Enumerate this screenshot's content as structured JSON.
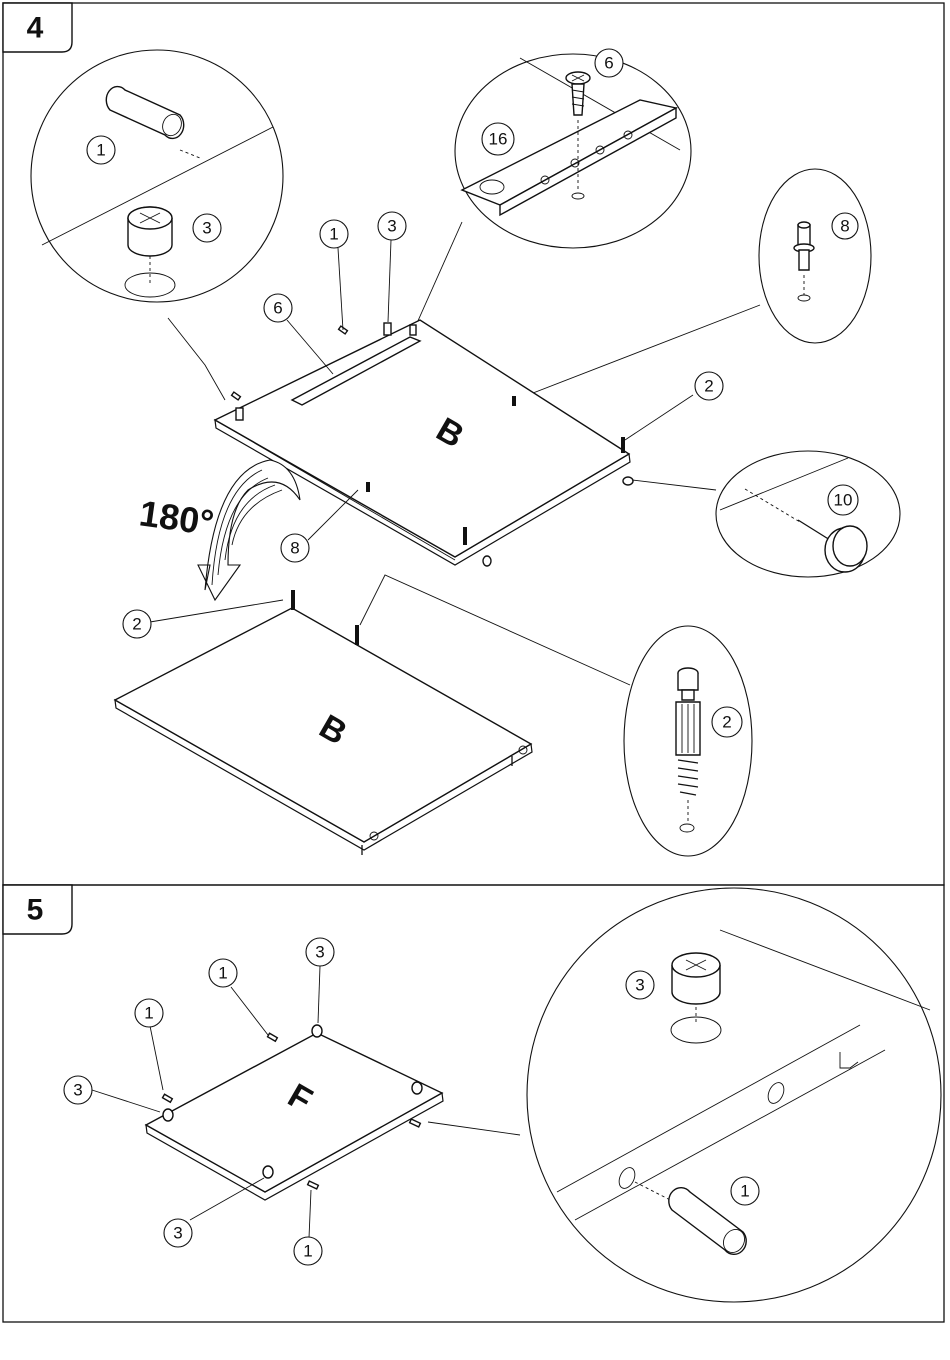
{
  "step4": {
    "number": "4",
    "rotation_label": "180°",
    "panel_top_letter": "B",
    "panel_bottom_letter": "B",
    "callouts": {
      "c1": "1",
      "c3": "3",
      "c6": "6",
      "c16": "16",
      "c8": "8",
      "label1": "1",
      "label3": "3",
      "label6": "6",
      "label2a": "2",
      "label8": "8",
      "c10": "10",
      "label2b": "2",
      "c2": "2"
    }
  },
  "step5": {
    "number": "5",
    "panel_letter": "F",
    "callouts": {
      "label3a": "3",
      "label1a": "1",
      "label1b": "1",
      "label3b": "3",
      "label3c": "3",
      "label1c": "1",
      "zoom3": "3",
      "zoom1": "1"
    }
  }
}
